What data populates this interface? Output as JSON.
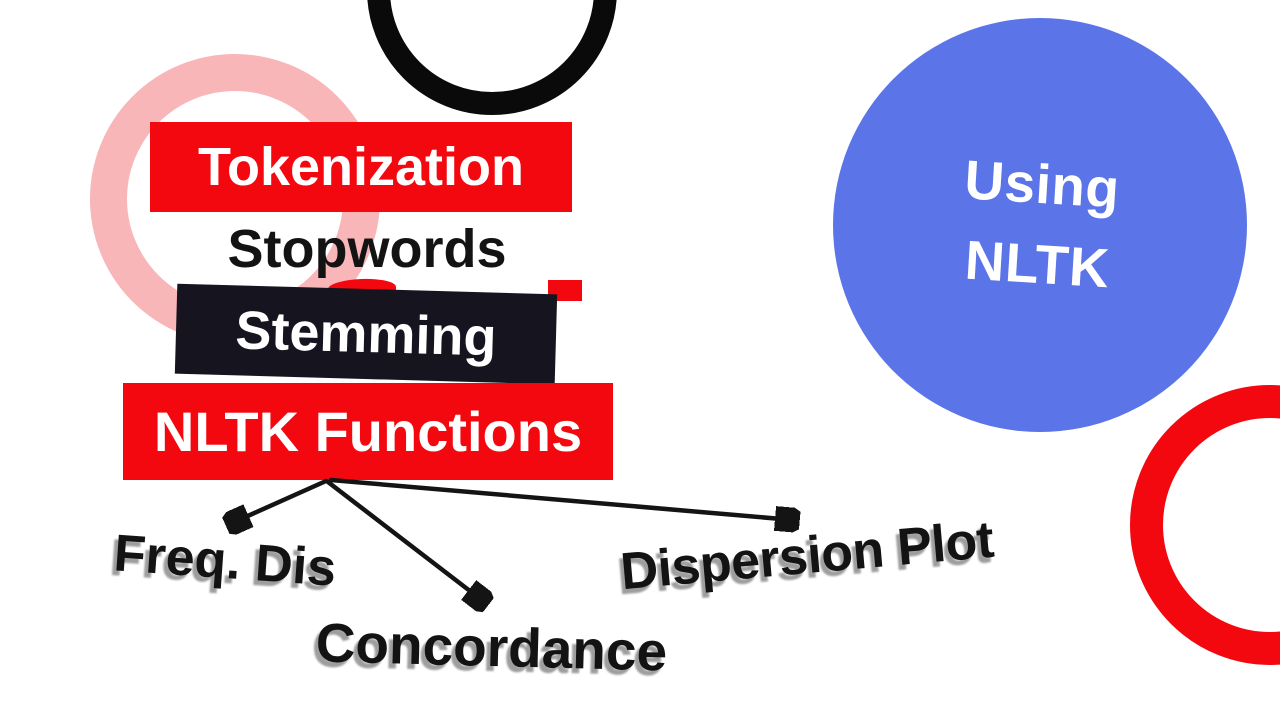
{
  "badge": {
    "line1": "Using",
    "line2": "NLTK"
  },
  "topics": [
    {
      "label": "Tokenization",
      "variant": "red-box"
    },
    {
      "label": "Stopwords",
      "variant": "plain-text"
    },
    {
      "label": "Stemming",
      "variant": "black-box"
    },
    {
      "label": "NLTK Functions",
      "variant": "red-box"
    }
  ],
  "nltk_functions": [
    {
      "label": "Freq. Dis"
    },
    {
      "label": "Concordance"
    },
    {
      "label": "Dispersion Plot"
    }
  ],
  "colors": {
    "red": "#f2080e",
    "pink": "#f8b6b8",
    "black_ring": "#0a0a0a",
    "black_box": "#16151f",
    "blue": "#5b74e8",
    "text_dark": "#131313",
    "arrow": "#141414",
    "shadow": "#9e9e9e",
    "background": "#ffffff",
    "white_text": "#ffffff"
  }
}
